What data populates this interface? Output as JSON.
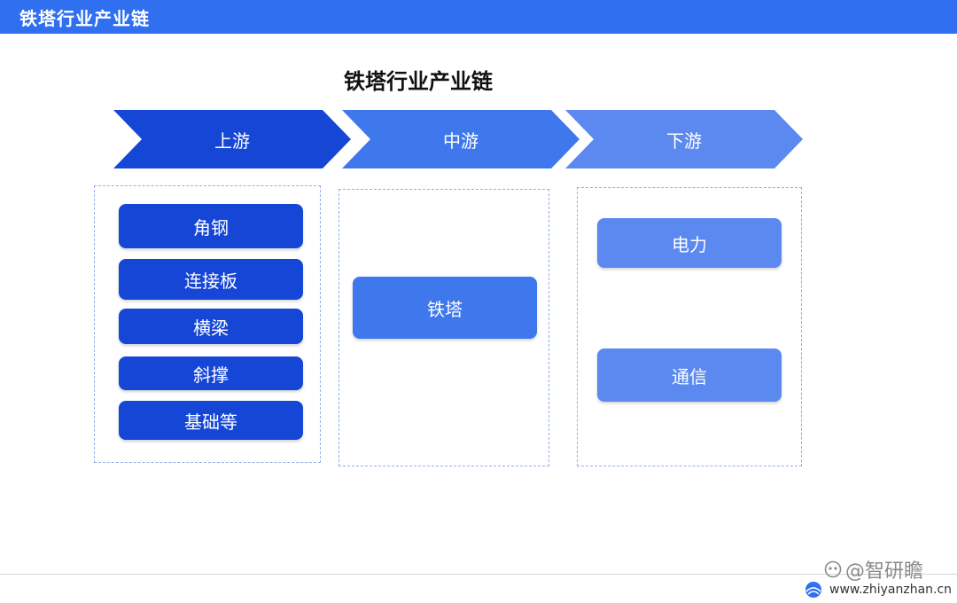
{
  "header": {
    "title": "铁塔行业产业链"
  },
  "diagram": {
    "title": "铁塔行业产业链",
    "stages": [
      {
        "label": "上游",
        "color": "#1546d6",
        "items": [
          "角钢",
          "连接板",
          "横梁",
          "斜撑",
          "基础等"
        ]
      },
      {
        "label": "中游",
        "color": "#3e78ec",
        "items": [
          "铁塔"
        ]
      },
      {
        "label": "下游",
        "color": "#5b89ef",
        "items": [
          "电力",
          "通信"
        ]
      }
    ]
  },
  "footer": {
    "brand": "@智研瞻",
    "website": "www.zhiyanzhan.cn"
  }
}
